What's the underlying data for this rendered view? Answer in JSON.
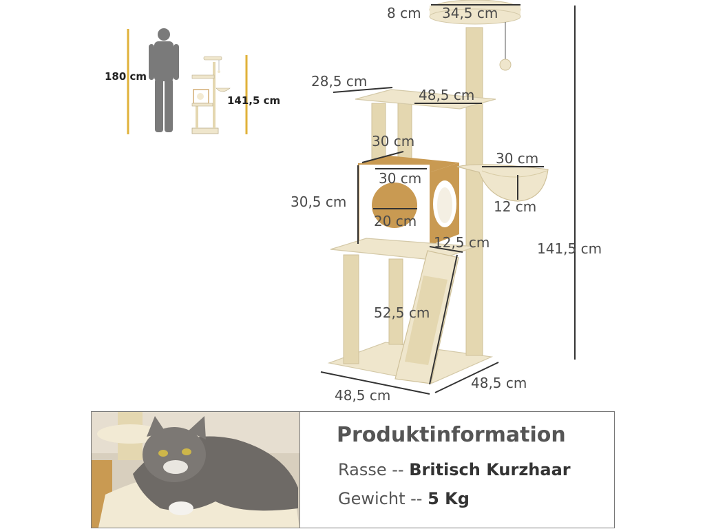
{
  "scale_figure": {
    "person_height": "180 cm",
    "tree_height": "141,5 cm",
    "accent_color": "#e0b23a"
  },
  "dimensions": {
    "top_platform_thickness": "8 cm",
    "top_platform_diameter": "34,5 cm",
    "shelf_depth": "28,5 cm",
    "shelf_width": "48,5 cm",
    "condo_top_depth": "30 cm",
    "condo_width": "30 cm",
    "condo_height": "30,5 cm",
    "condo_opening": "20 cm",
    "hammock_diameter": "30 cm",
    "hammock_depth": "12 cm",
    "ramp_width": "12,5 cm",
    "ramp_length": "52,5 cm",
    "total_height": "141,5 cm",
    "base_width": "48,5 cm",
    "base_depth": "48,5 cm"
  },
  "product_info": {
    "title": "Produktinformation",
    "breed_label": "Rasse --",
    "breed_value": "Britisch Kurzhaar",
    "weight_label": "Gewicht --",
    "weight_value": "5 Kg"
  },
  "colors": {
    "plush": "#efe6cc",
    "sisal": "#e4d7b0",
    "wood": "#c99a52",
    "line": "#333333"
  }
}
